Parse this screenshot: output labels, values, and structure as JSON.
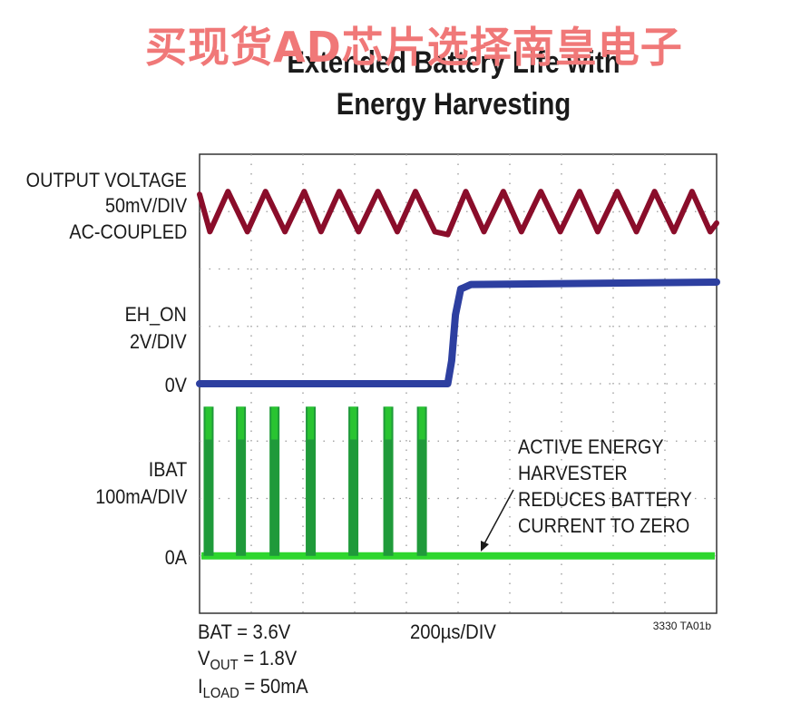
{
  "watermark": "买现货AD芯片选择南皇电子",
  "title_line1": "Extended Battery Life with",
  "title_line2": "Energy Harvesting",
  "labels": {
    "output_voltage": "OUTPUT VOLTAGE",
    "output_scale": "50mV/DIV",
    "output_coupling": "AC-COUPLED",
    "eh_on": "EH_ON",
    "eh_scale": "2V/DIV",
    "eh_zero": "0V",
    "ibat": "IBAT",
    "ibat_scale": "100mA/DIV",
    "ibat_zero": "0A"
  },
  "annotation": [
    "ACTIVE ENERGY",
    "HARVESTER",
    "REDUCES BATTERY",
    "CURRENT TO ZERO"
  ],
  "conditions": {
    "bat": "BAT = 3.6V",
    "vout_v": "V",
    "vout_sub": "OUT",
    "vout_val": " = 1.8V",
    "iload_i": "I",
    "iload_sub": "LOAD",
    "iload_val": " = 50mA",
    "timebase": "200µs/DIV"
  },
  "figure_id": "3330 TA01b",
  "chart_data": {
    "type": "line",
    "x_unit": "µs",
    "x_range": [
      0,
      2000
    ],
    "grid": true,
    "y_divisions": 8,
    "series": [
      {
        "name": "OUTPUT VOLTAGE",
        "color": "#8a0d2a",
        "offset_div": 7.0,
        "points": [
          [
            0,
            0.3
          ],
          [
            40,
            -0.35
          ],
          [
            110,
            0.35
          ],
          [
            185,
            -0.35
          ],
          [
            255,
            0.35
          ],
          [
            330,
            -0.35
          ],
          [
            405,
            0.35
          ],
          [
            470,
            -0.35
          ],
          [
            540,
            0.35
          ],
          [
            615,
            -0.35
          ],
          [
            690,
            0.35
          ],
          [
            765,
            -0.35
          ],
          [
            835,
            0.35
          ],
          [
            910,
            -0.35
          ],
          [
            960,
            -0.4
          ],
          [
            1030,
            0.35
          ],
          [
            1100,
            -0.35
          ],
          [
            1175,
            0.35
          ],
          [
            1245,
            -0.35
          ],
          [
            1320,
            0.35
          ],
          [
            1395,
            -0.35
          ],
          [
            1470,
            0.35
          ],
          [
            1540,
            -0.35
          ],
          [
            1615,
            0.35
          ],
          [
            1690,
            -0.35
          ],
          [
            1760,
            0.35
          ],
          [
            1835,
            -0.35
          ],
          [
            1905,
            0.35
          ],
          [
            1975,
            -0.35
          ],
          [
            2000,
            -0.2
          ]
        ]
      },
      {
        "name": "EH_ON",
        "color": "#2d3fa0",
        "offset_div": 4.0,
        "points": [
          [
            0,
            0
          ],
          [
            960,
            0
          ],
          [
            975,
            0.4
          ],
          [
            990,
            1.2
          ],
          [
            1010,
            1.65
          ],
          [
            1050,
            1.73
          ],
          [
            2000,
            1.77
          ]
        ]
      },
      {
        "name": "IBAT",
        "color": "#2ed62e",
        "offset_div": 1.0,
        "pulses": [
          {
            "t": 35,
            "h": 2.6
          },
          {
            "t": 160,
            "h": 2.6
          },
          {
            "t": 290,
            "h": 2.6
          },
          {
            "t": 430,
            "h": 2.6
          },
          {
            "t": 595,
            "h": 2.6
          },
          {
            "t": 730,
            "h": 2.6
          },
          {
            "t": 860,
            "h": 2.6
          }
        ]
      }
    ]
  }
}
